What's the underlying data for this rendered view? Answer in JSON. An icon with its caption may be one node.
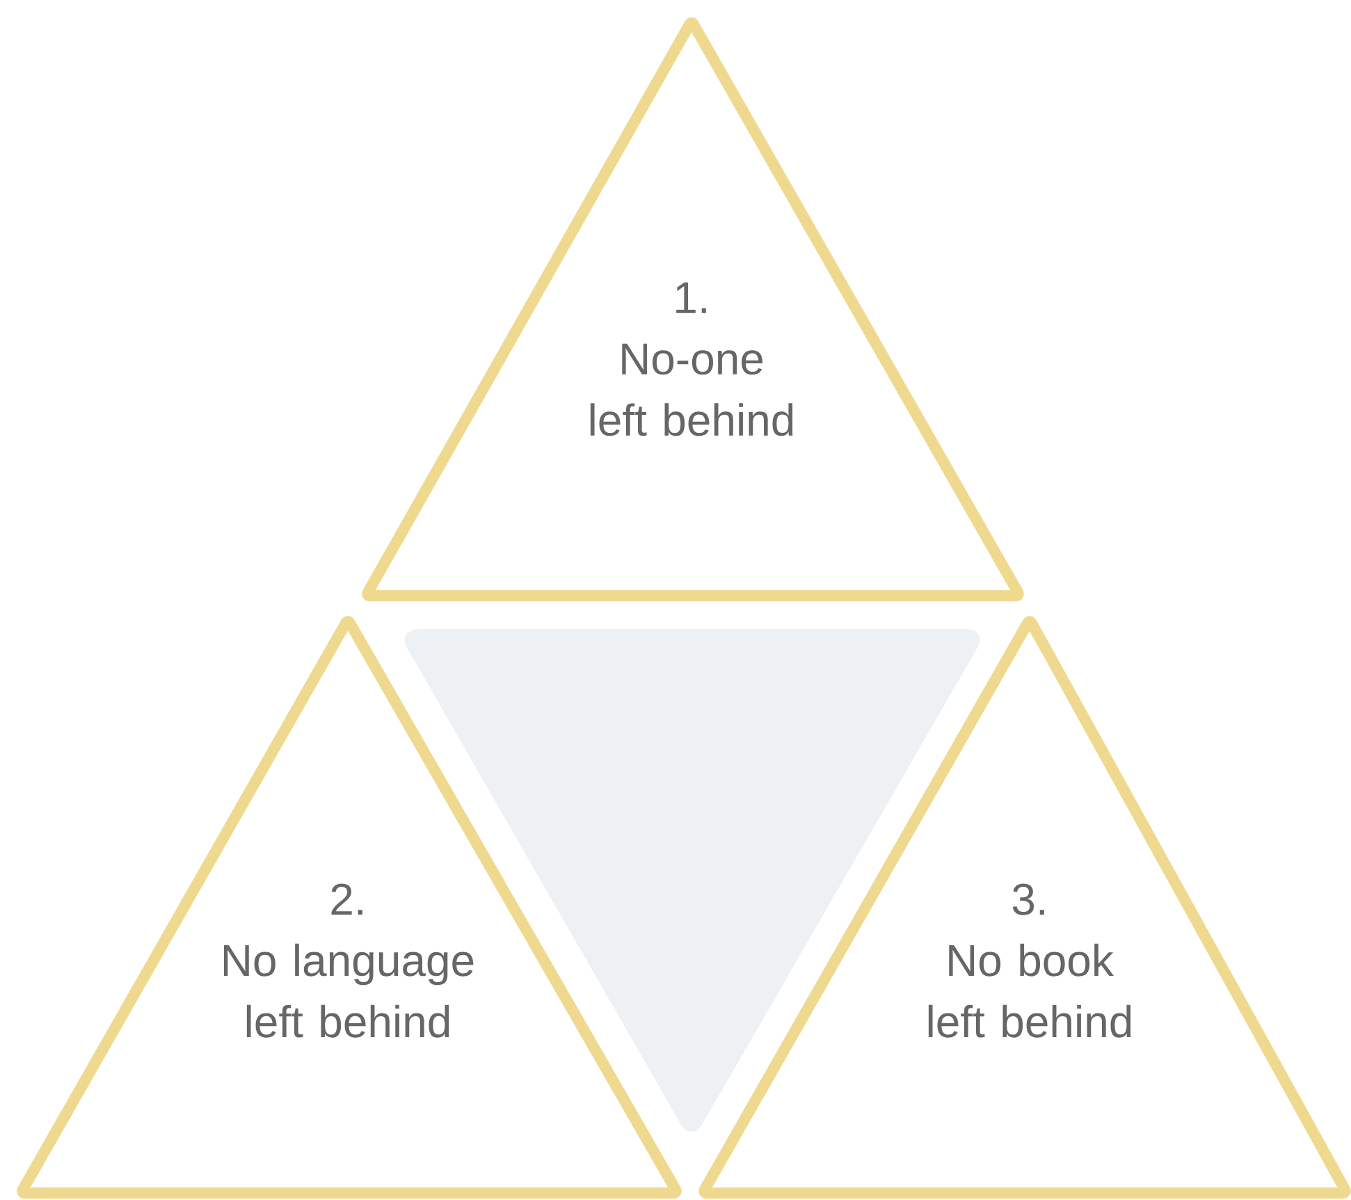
{
  "diagram": {
    "nodes": [
      {
        "text": [
          "1.",
          "No-one left behind"
        ]
      },
      {
        "text": [
          "2.",
          "No language left behind"
        ]
      },
      {
        "text": [],
        "shape": "triangle"
      },
      {
        "text": [
          "3.",
          "No book left behind"
        ]
      }
    ]
  }
}
